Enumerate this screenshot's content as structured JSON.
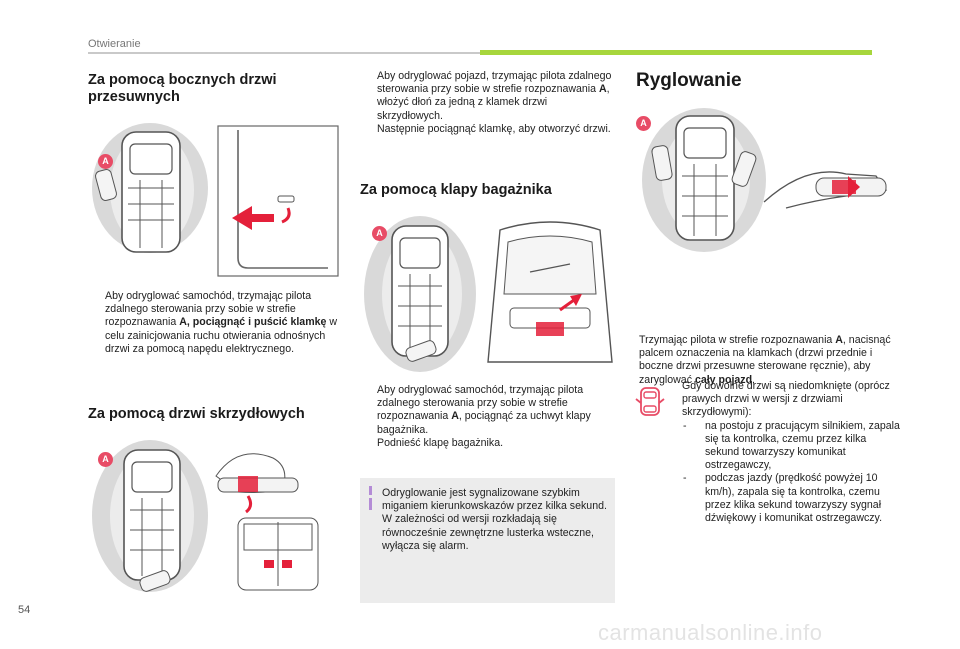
{
  "header": {
    "section": "Otwieranie"
  },
  "page_number": "54",
  "watermark": "carmanualsonline.info",
  "col1": {
    "h1": "Za pomocą bocznych drzwi przesuwnych",
    "fig1_badge": "A",
    "p1_a": "Aby odryglować samochód, trzymając pilota zdalnego sterowania przy sobie w strefie rozpoznawania ",
    "p1_b": "A",
    "p1_c": ", pociągnąć i puścić klamkę",
    "p1_d": " w celu zainicjowania ruchu otwierania odnośnych drzwi za pomocą napędu elektrycznego.",
    "h2": "Za pomocą drzwi skrzydłowych",
    "fig2_badge": "A"
  },
  "col2": {
    "p1_a": "Aby odryglować pojazd, trzymając pilota zdalnego sterowania przy sobie w strefie rozpoznawania ",
    "p1_b": "A",
    "p1_c": ", włożyć dłoń za jedną z klamek drzwi skrzydłowych.",
    "p2": "Następnie pociągnąć klamkę, aby otworzyć drzwi.",
    "h3": "Za pomocą klapy bagażnika",
    "fig3_badge": "A",
    "p3_a": "Aby odryglować samochód, trzymając pilota zdalnego sterowania przy sobie w strefie rozpoznawania ",
    "p3_b": "A",
    "p3_c": ", pociągnąć za uchwyt klapy bagażnika.",
    "p4": "Podnieść klapę bagażnika.",
    "info": "Odryglowanie jest sygnalizowane szybkim miganiem kierunkowskazów przez kilka sekund. W zależności od wersji rozkładają się równocześnie zewnętrzne lusterka wsteczne, wyłącza się alarm."
  },
  "col3": {
    "h": "Ryglowanie",
    "fig4_badge": "A",
    "p1_a": "Trzymając pilota w strefie rozpoznawania ",
    "p1_b": "A",
    "p1_c": ", nacisnąć palcem oznaczenia na klamkach (drzwi przednie i boczne drzwi przesuwne sterowane ręcznie), aby zaryglować ",
    "p1_d": "cały pojazd",
    "p1_e": ".",
    "warn_intro": "Gdy dowolne drzwi są niedomknięte (oprócz prawych drzwi w wersji z drzwiami skrzydłowymi):",
    "warn_items": [
      "na postoju z pracującym silnikiem, zapala się ta kontrolka, czemu przez kilka sekund towarzyszy komunikat ostrzegawczy,",
      "podczas jazdy (prędkość powyżej 10 km/h), zapala się ta kontrolka, czemu przez klika sekund towarzyszy sygnał dźwiękowy i komunikat ostrzegawczy."
    ]
  },
  "symbols": {
    "bullet": "",
    "dash": "-"
  },
  "colors": {
    "accent_green": "#a7d63c",
    "badge_red": "#e84c66",
    "arrow_red": "#e4203a",
    "info_bar": "#b48cd6"
  }
}
